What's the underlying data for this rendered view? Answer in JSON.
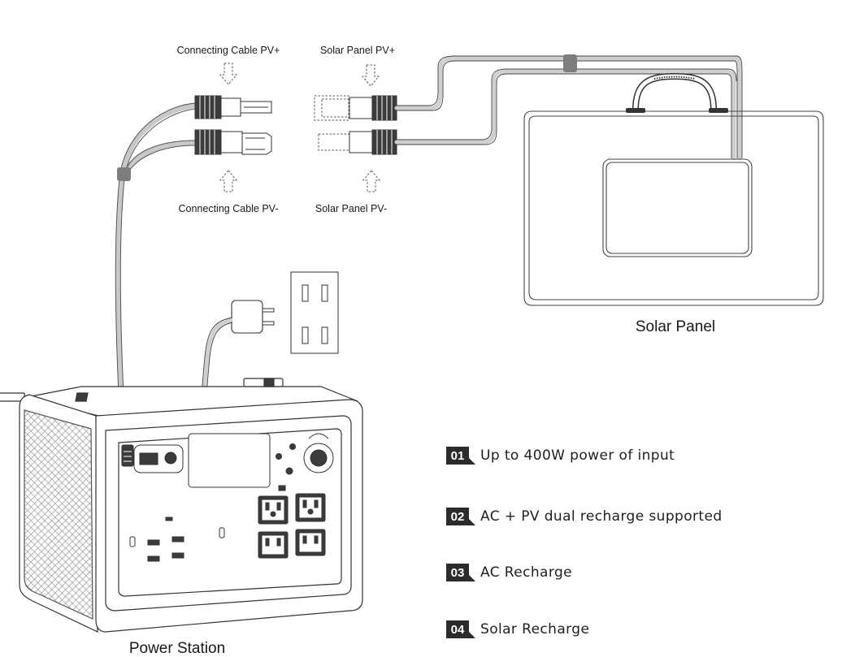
{
  "labels": {
    "connecting_pv_plus": "Connecting Cable PV+",
    "solar_pv_plus": "Solar Panel PV+",
    "connecting_pv_minus": "Connecting Cable PV-",
    "solar_pv_minus": "Solar Panel PV-",
    "solar_panel": "Solar Panel",
    "power_station": "Power Station"
  },
  "features": [
    {
      "num": "01",
      "text": "Up to 400W power of input"
    },
    {
      "num": "02",
      "text": "AC + PV dual recharge supported"
    },
    {
      "num": "03",
      "text": "AC Recharge"
    },
    {
      "num": "04",
      "text": "Solar Recharge"
    }
  ],
  "colors": {
    "line": "#3a3a3a",
    "cable": "#c8c8c8",
    "badge": "#2b2b2b",
    "grille": "#9a9a9a"
  }
}
